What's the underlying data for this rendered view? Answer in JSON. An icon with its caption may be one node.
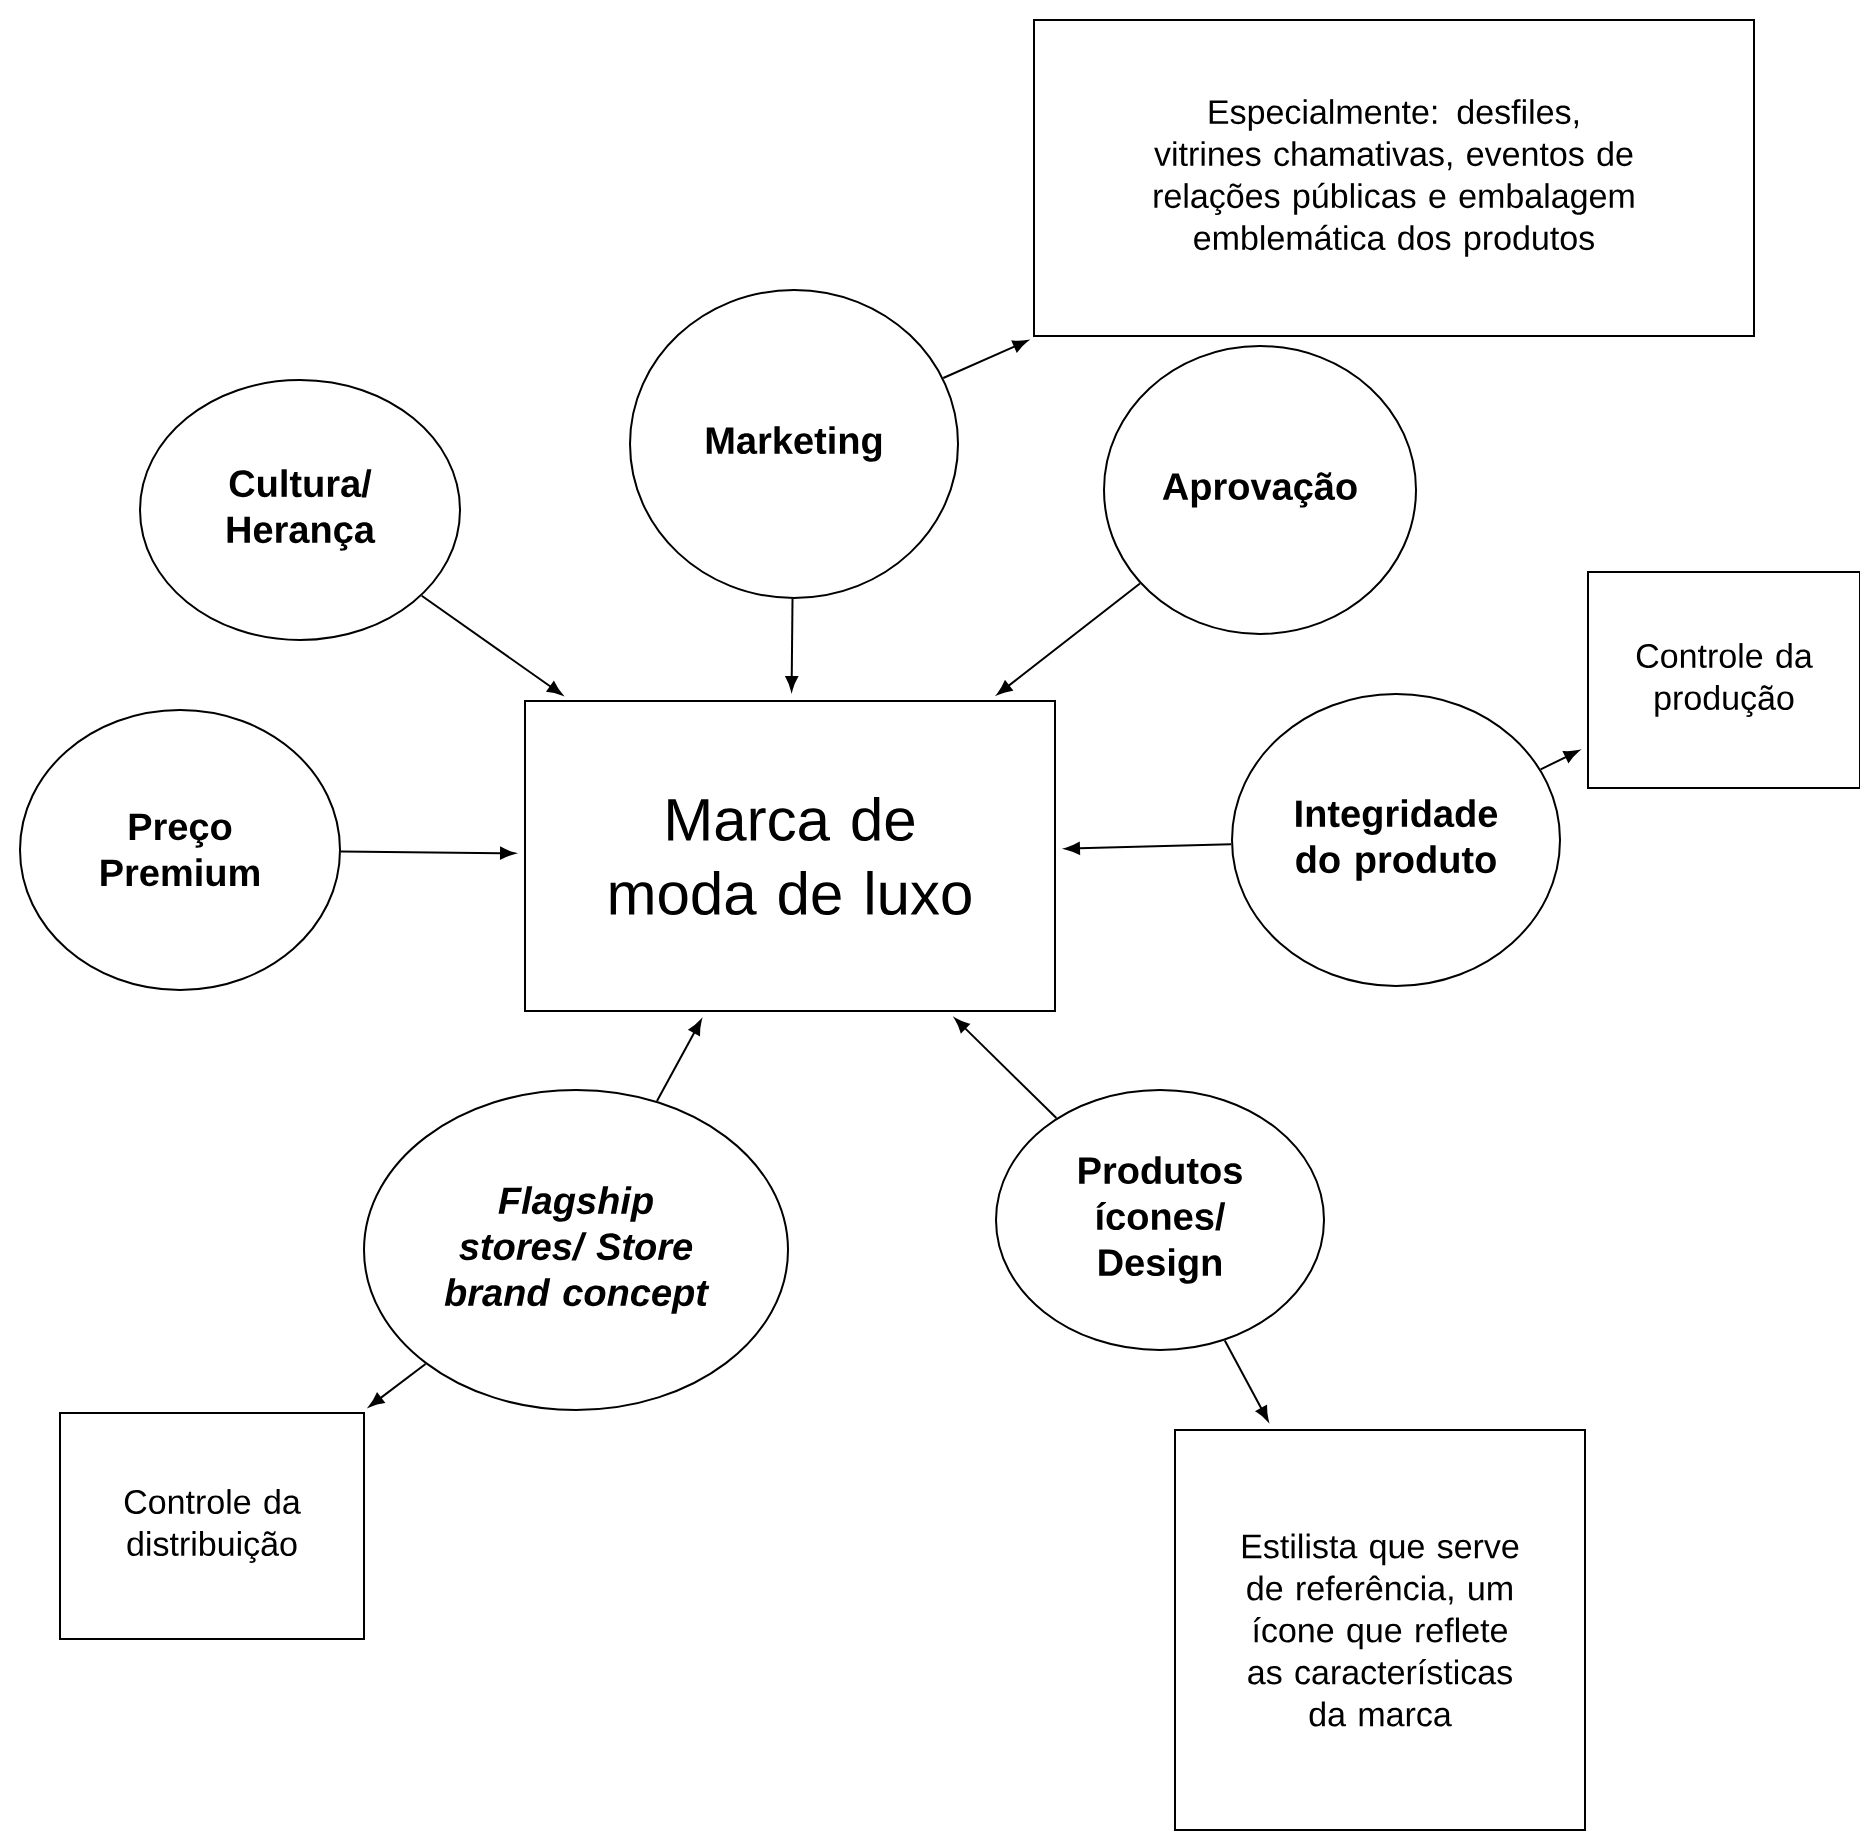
{
  "diagram": {
    "nodes": [
      {
        "text": [
          "Especialmente: desfiles, vitrines chamativas, eventos de relações públicas e embalagem emblemática dos produtos"
        ]
      },
      {
        "text": [
          "Cultura/ Herança"
        ]
      },
      {
        "text": [
          "Marketing"
        ]
      },
      {
        "text": [
          "Aprovação"
        ]
      },
      {
        "text": [
          "Controle da produção"
        ]
      },
      {
        "text": [
          "Preço Premium"
        ]
      },
      {
        "text": [
          "Marca de moda de luxo"
        ]
      },
      {
        "text": [
          "Integridade do produto"
        ]
      },
      {
        "text": [
          "Flagship stores/ Store brand concept"
        ]
      },
      {
        "text": [
          "Produtos ícones/ Design"
        ]
      },
      {
        "text": [
          "Controle da distribuição"
        ]
      },
      {
        "text": [
          "Estilista que serve de referência, um ícone que reflete as características da marca"
        ]
      }
    ],
    "edges": [
      {
        "from": 2,
        "to": 0,
        "arrow": "to"
      },
      {
        "from": 1,
        "to": 6,
        "arrow": "to"
      },
      {
        "from": 2,
        "to": 6,
        "arrow": "to"
      },
      {
        "from": 3,
        "to": 6,
        "arrow": "to"
      },
      {
        "from": 7,
        "to": 4,
        "arrow": "to"
      },
      {
        "from": 5,
        "to": 6,
        "arrow": "to"
      },
      {
        "from": 7,
        "to": 6,
        "arrow": "to"
      },
      {
        "from": 8,
        "to": 6,
        "arrow": "to"
      },
      {
        "from": 9,
        "to": 6,
        "arrow": "to"
      },
      {
        "from": 8,
        "to": 10,
        "arrow": "to"
      },
      {
        "from": 9,
        "to": 11,
        "arrow": "to"
      }
    ]
  }
}
